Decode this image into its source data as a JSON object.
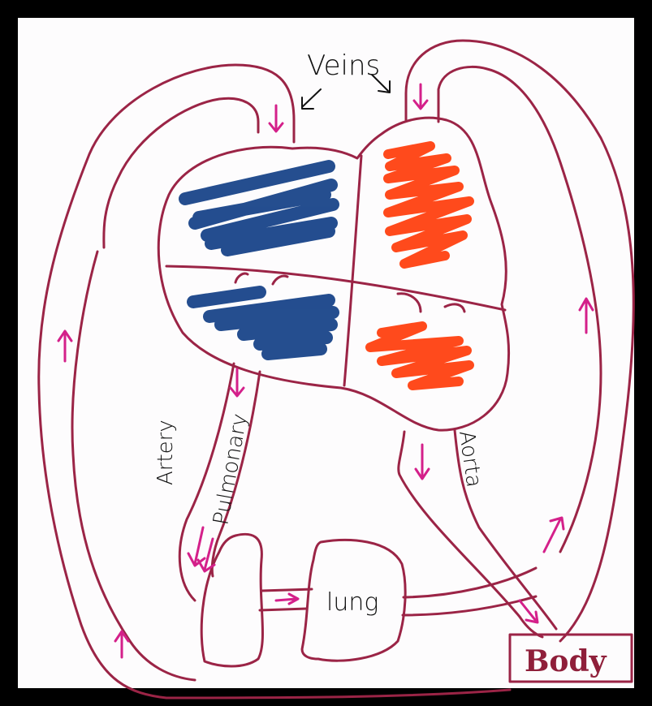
{
  "diagram": {
    "labels": {
      "veins": "Veins",
      "artery": "Artery",
      "pulmonary": "Pulmonary",
      "aorta": "Aorta",
      "lung": "lung",
      "body": "Body"
    },
    "colors": {
      "vessel": "#9b2446",
      "arrow": "#d4208a",
      "deoxygenated": "#123f86",
      "oxygenated": "#ff4a1c",
      "ink": "#111111",
      "frame": "#000000"
    }
  }
}
